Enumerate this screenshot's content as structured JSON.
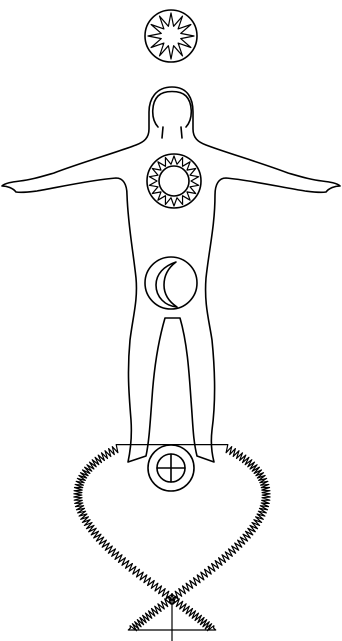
{
  "illustration": {
    "elements": [
      {
        "name": "star-symbol",
        "icon": "twelve-point-star-icon"
      },
      {
        "name": "human-figure",
        "icon": "outlined-human-figure-icon"
      },
      {
        "name": "sun-symbol",
        "icon": "sun-icon"
      },
      {
        "name": "crescent-moon-symbol",
        "icon": "crescent-moon-icon"
      },
      {
        "name": "earth-cross-symbol",
        "icon": "circled-cross-icon"
      },
      {
        "name": "leaf",
        "icon": "serrated-leaf-icon"
      },
      {
        "name": "leaf-stem",
        "icon": "stem-line-icon"
      }
    ],
    "colors": {
      "ink": "#000000",
      "background": "#ffffff"
    }
  }
}
